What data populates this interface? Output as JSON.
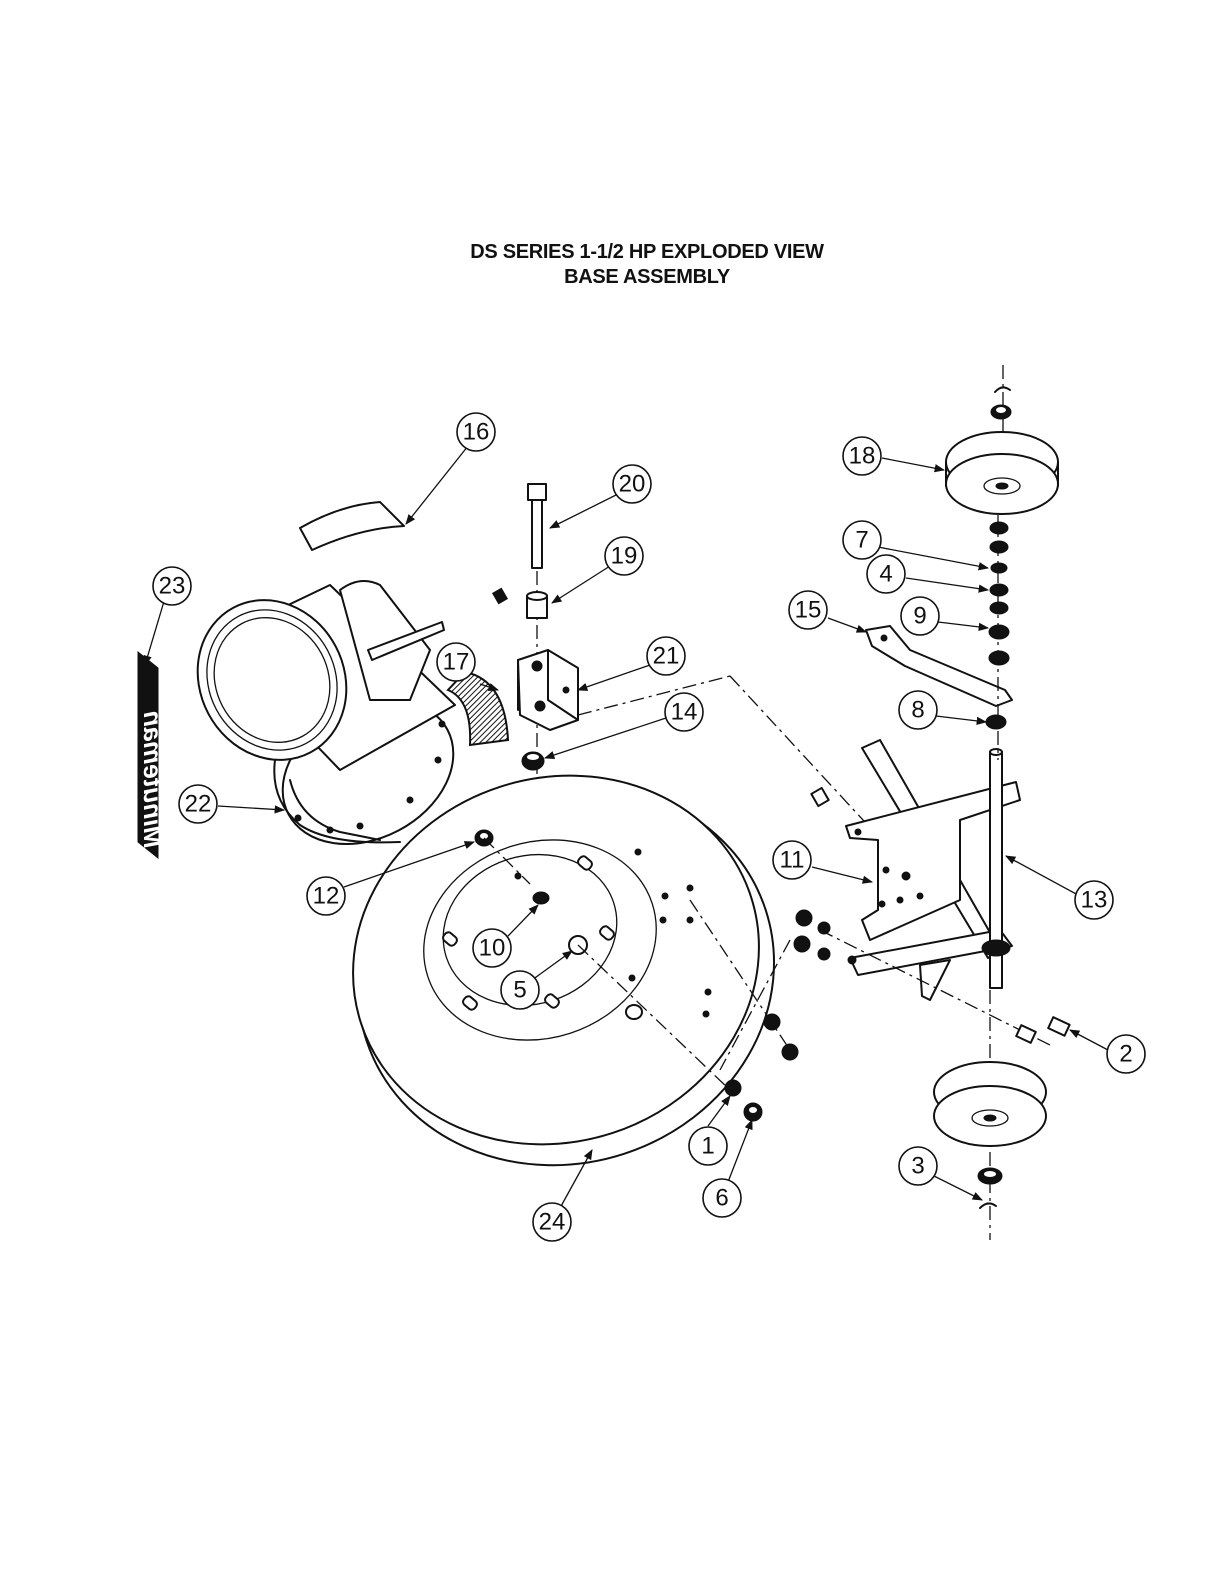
{
  "title": {
    "line1": "DS SERIES 1-1/2 HP EXPLODED VIEW",
    "line2": "BASE ASSEMBLY"
  },
  "logo": {
    "text": "Minuteman"
  },
  "callouts": [
    {
      "id": "1",
      "label": "1"
    },
    {
      "id": "2",
      "label": "2"
    },
    {
      "id": "3",
      "label": "3"
    },
    {
      "id": "4",
      "label": "4"
    },
    {
      "id": "5",
      "label": "5"
    },
    {
      "id": "6",
      "label": "6"
    },
    {
      "id": "7",
      "label": "7"
    },
    {
      "id": "8",
      "label": "8"
    },
    {
      "id": "9",
      "label": "9"
    },
    {
      "id": "10",
      "label": "10"
    },
    {
      "id": "11",
      "label": "11"
    },
    {
      "id": "12",
      "label": "12"
    },
    {
      "id": "13",
      "label": "13"
    },
    {
      "id": "14",
      "label": "14"
    },
    {
      "id": "15",
      "label": "15"
    },
    {
      "id": "16",
      "label": "16"
    },
    {
      "id": "17",
      "label": "17"
    },
    {
      "id": "18",
      "label": "18"
    },
    {
      "id": "19",
      "label": "19"
    },
    {
      "id": "20",
      "label": "20"
    },
    {
      "id": "21",
      "label": "21"
    },
    {
      "id": "22",
      "label": "22"
    },
    {
      "id": "23",
      "label": "23"
    },
    {
      "id": "24",
      "label": "24"
    }
  ]
}
